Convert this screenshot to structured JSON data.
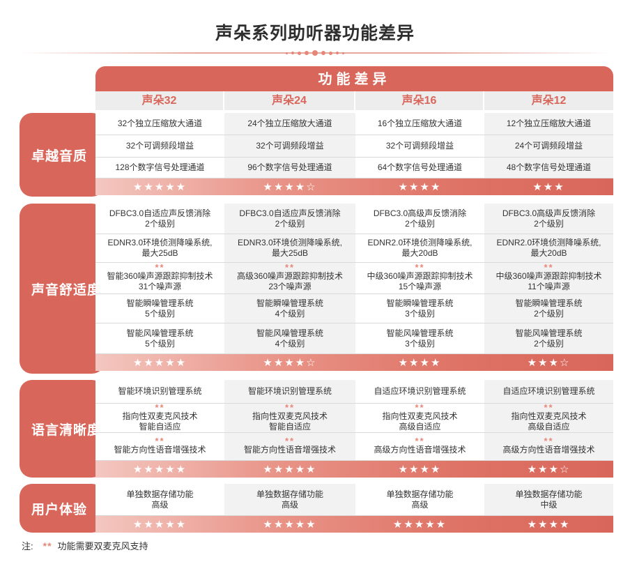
{
  "title": "声朵系列助听器功能差异",
  "banner": "功能差异",
  "products": [
    "声朵32",
    "声朵24",
    "声朵16",
    "声朵12"
  ],
  "mark_symbol": "**",
  "note": {
    "prefix": "注:",
    "mark": "**",
    "text": "功能需要双麦克风支持"
  },
  "colors": {
    "accent": "#d9665b",
    "light": "#e7877a",
    "gray": "#f2f2f2"
  },
  "sections": [
    {
      "id": "sound",
      "category": "卓越音质",
      "rows": [
        {
          "cells": [
            {
              "lines": [
                "32个独立压缩放大通道"
              ]
            },
            {
              "lines": [
                "24个独立压缩放大通道"
              ]
            },
            {
              "lines": [
                "16个独立压缩放大通道"
              ]
            },
            {
              "lines": [
                "12个独立压缩放大通道"
              ]
            }
          ]
        },
        {
          "cells": [
            {
              "lines": [
                "32个可调频段增益"
              ]
            },
            {
              "lines": [
                "32个可调频段增益"
              ]
            },
            {
              "lines": [
                "32个可调频段增益"
              ]
            },
            {
              "lines": [
                "24个可调频段增益"
              ]
            }
          ]
        },
        {
          "cells": [
            {
              "lines": [
                "128个数字信号处理通道"
              ]
            },
            {
              "lines": [
                "96个数字信号处理通道"
              ]
            },
            {
              "lines": [
                "64个数字信号处理通道"
              ]
            },
            {
              "lines": [
                "48个数字信号处理通道"
              ]
            }
          ]
        }
      ],
      "ratings": [
        {
          "filled": 5,
          "empty": 0
        },
        {
          "filled": 4,
          "empty": 1
        },
        {
          "filled": 4,
          "empty": 0
        },
        {
          "filled": 3,
          "empty": 0
        }
      ]
    },
    {
      "id": "comfort",
      "category": "声音舒适度",
      "rows": [
        {
          "cells": [
            {
              "lines": [
                "DFBC3.0自适应声反馈消除",
                "2个级别"
              ]
            },
            {
              "lines": [
                "DFBC3.0自适应声反馈消除",
                "2个级别"
              ]
            },
            {
              "lines": [
                "DFBC3.0高级声反馈消除",
                "2个级别"
              ]
            },
            {
              "lines": [
                "DFBC3.0高级声反馈消除",
                "2个级别"
              ]
            }
          ]
        },
        {
          "cells": [
            {
              "lines": [
                "EDNR3.0环境侦测降噪系统,",
                "最大25dB"
              ]
            },
            {
              "lines": [
                "EDNR3.0环境侦测降噪系统,",
                "最大25dB"
              ]
            },
            {
              "lines": [
                "EDNR2.0环境侦测降噪系统,",
                "最大20dB"
              ]
            },
            {
              "lines": [
                "EDNR2.0环境侦测降噪系统,",
                "最大20dB"
              ]
            }
          ]
        },
        {
          "cells": [
            {
              "mark": true,
              "lines": [
                "智能360噪声源跟踪抑制技术",
                "31个噪声源"
              ]
            },
            {
              "mark": true,
              "lines": [
                "高级360噪声源跟踪抑制技术",
                "23个噪声源"
              ]
            },
            {
              "mark": true,
              "lines": [
                "中级360噪声源跟踪抑制技术",
                "15个噪声源"
              ]
            },
            {
              "mark": true,
              "lines": [
                "中级360噪声源跟踪抑制技术",
                "11个噪声源"
              ]
            }
          ]
        },
        {
          "cells": [
            {
              "lines": [
                "智能瞬噪管理系统",
                "5个级别"
              ]
            },
            {
              "lines": [
                "智能瞬噪管理系统",
                "4个级别"
              ]
            },
            {
              "lines": [
                "智能瞬噪管理系统",
                "3个级别"
              ]
            },
            {
              "lines": [
                "智能瞬噪管理系统",
                "2个级别"
              ]
            }
          ]
        },
        {
          "cells": [
            {
              "lines": [
                "智能风噪管理系统",
                "5个级别"
              ]
            },
            {
              "lines": [
                "智能风噪管理系统",
                "4个级别"
              ]
            },
            {
              "lines": [
                "智能风噪管理系统",
                "3个级别"
              ]
            },
            {
              "lines": [
                "智能风噪管理系统",
                "2个级别"
              ]
            }
          ]
        }
      ],
      "ratings": [
        {
          "filled": 5,
          "empty": 0
        },
        {
          "filled": 4,
          "empty": 1
        },
        {
          "filled": 4,
          "empty": 0
        },
        {
          "filled": 3,
          "empty": 1
        }
      ]
    },
    {
      "id": "clarity",
      "category": "语言清晰度",
      "rows": [
        {
          "cells": [
            {
              "lines": [
                "智能环境识别管理系统"
              ]
            },
            {
              "lines": [
                "智能环境识别管理系统"
              ]
            },
            {
              "lines": [
                "自适应环境识别管理系统"
              ]
            },
            {
              "lines": [
                "自适应环境识别管理系统"
              ]
            }
          ]
        },
        {
          "cells": [
            {
              "mark": true,
              "lines": [
                "指向性双麦克风技术",
                "智能自适应"
              ]
            },
            {
              "mark": true,
              "lines": [
                "指向性双麦克风技术",
                "智能自适应"
              ]
            },
            {
              "mark": true,
              "lines": [
                "指向性双麦克风技术",
                "高级自适应"
              ]
            },
            {
              "mark": true,
              "lines": [
                "指向性双麦克风技术",
                "高级自适应"
              ]
            }
          ]
        },
        {
          "cells": [
            {
              "mark": true,
              "lines": [
                "智能方向性语音增强技术"
              ]
            },
            {
              "mark": true,
              "lines": [
                "智能方向性语音增强技术"
              ]
            },
            {
              "mark": true,
              "lines": [
                "高级方向性语音增强技术"
              ]
            },
            {
              "mark": true,
              "lines": [
                "高级方向性语音增强技术"
              ]
            }
          ]
        }
      ],
      "ratings": [
        {
          "filled": 5,
          "empty": 0
        },
        {
          "filled": 5,
          "empty": 0
        },
        {
          "filled": 4,
          "empty": 0
        },
        {
          "filled": 3,
          "empty": 1
        }
      ]
    },
    {
      "id": "experience",
      "category": "用户体验",
      "rows": [
        {
          "cells": [
            {
              "lines": [
                "单独数据存储功能",
                "高级"
              ]
            },
            {
              "lines": [
                "单独数据存储功能",
                "高级"
              ]
            },
            {
              "lines": [
                "单独数据存储功能",
                "高级"
              ]
            },
            {
              "lines": [
                "单独数据存储功能",
                "中级"
              ]
            }
          ]
        }
      ],
      "ratings": [
        {
          "filled": 5,
          "empty": 0
        },
        {
          "filled": 5,
          "empty": 0
        },
        {
          "filled": 5,
          "empty": 0
        },
        {
          "filled": 4,
          "empty": 0
        }
      ]
    }
  ]
}
